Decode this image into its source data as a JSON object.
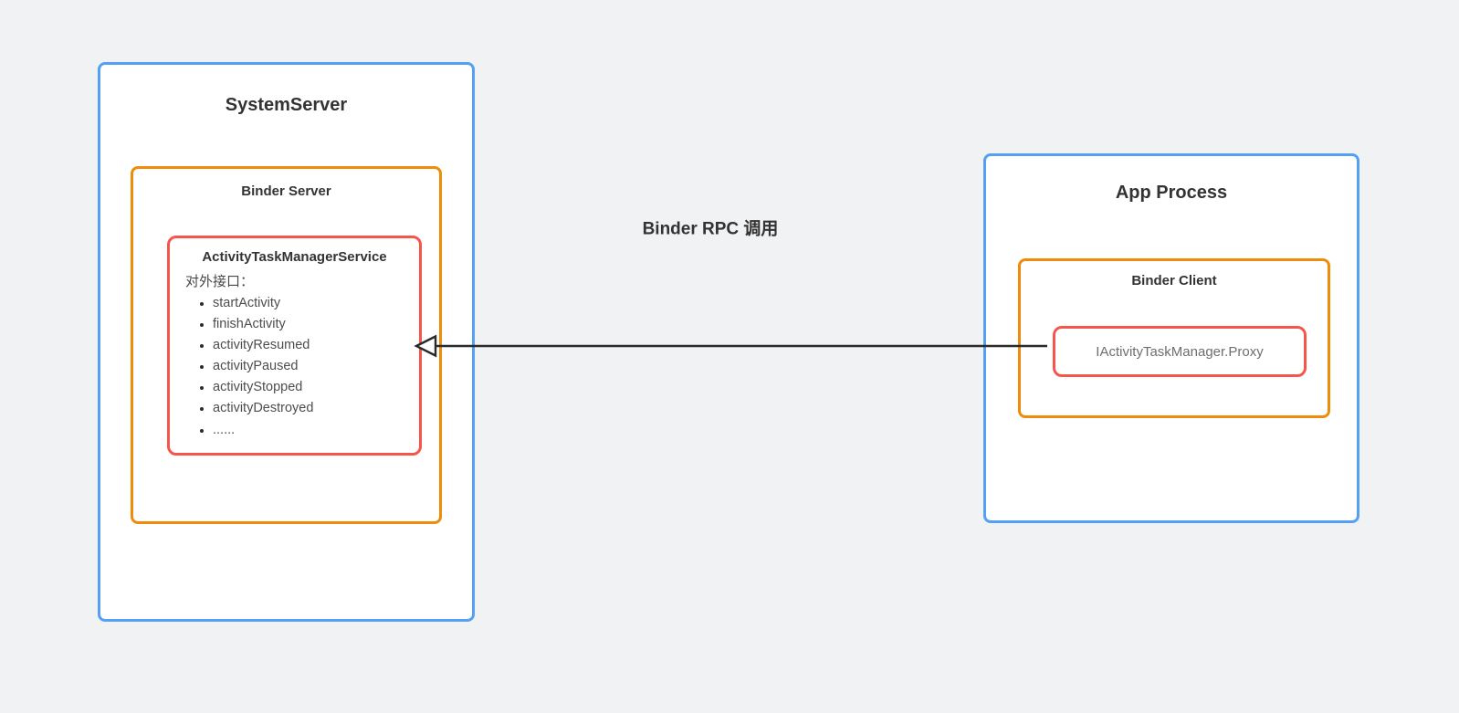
{
  "colors": {
    "bg": "#F1F2F4",
    "blue": "#54A0F2",
    "orange": "#EE8C0B",
    "red": "#F5564B",
    "heading": "#333333",
    "line": "#27292B"
  },
  "diagram": {
    "system_server": {
      "title": "SystemServer",
      "binder_server": {
        "title": "Binder Server",
        "atms": {
          "title": "ActivityTaskManagerService",
          "interfaces_label": "对外接口：",
          "interfaces": [
            "startActivity",
            "finishActivity",
            "activityResumed",
            "activityPaused",
            "activityStopped",
            "activityDestroyed",
            "......"
          ]
        }
      }
    },
    "app_process": {
      "title": "App Process",
      "binder_client": {
        "title": "Binder Client",
        "proxy": {
          "title": "IActivityTaskManager.Proxy"
        }
      }
    },
    "arrow_label": "Binder RPC 调用"
  }
}
